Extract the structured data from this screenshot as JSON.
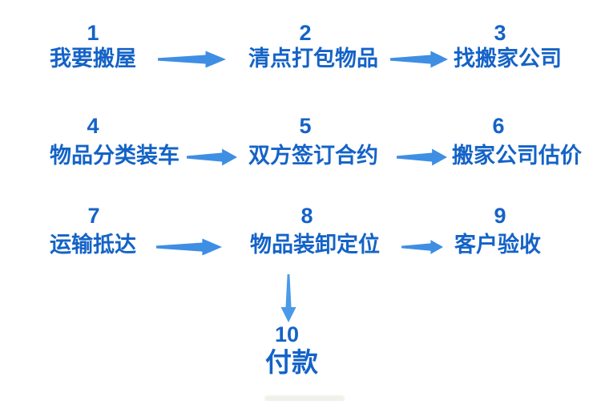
{
  "diagram": {
    "title_semantic": "moving-house-process-flowchart",
    "background": "#ffffff"
  },
  "colors": {
    "step_text_blue": "#1463c7",
    "arrow_blue": "#3e8ee4",
    "down_arrow_blue": "#4a9ae8"
  },
  "icons": {
    "flow_right": "right-arrow-icon (tapered solid arrow)",
    "flow_down": "down-arrow-icon (tapered solid arrow)"
  },
  "steps": [
    {
      "num": "1",
      "label": "我要搬屋"
    },
    {
      "num": "2",
      "label": "清点打包物品"
    },
    {
      "num": "3",
      "label": "找搬家公司"
    },
    {
      "num": "4",
      "label": "物品分类装车"
    },
    {
      "num": "5",
      "label": "双方签订合约"
    },
    {
      "num": "6",
      "label": "搬家公司估价"
    },
    {
      "num": "7",
      "label": "运输抵达"
    },
    {
      "num": "8",
      "label": "物品装卸定位"
    },
    {
      "num": "9",
      "label": "客户验收"
    },
    {
      "num": "10",
      "label": "付款"
    }
  ]
}
